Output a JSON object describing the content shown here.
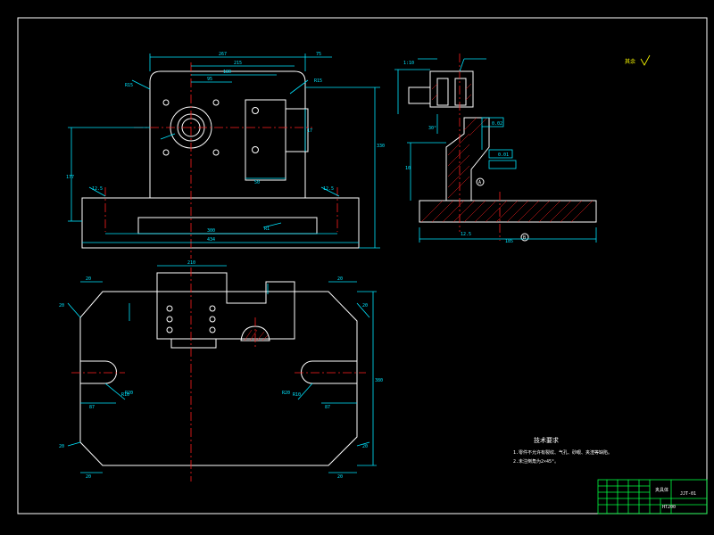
{
  "drawing": {
    "colors": {
      "background": "#000000",
      "outline": "#ffffff",
      "dimension": "#00e5ff",
      "centerline": "#ff2020",
      "title_block": "#00ff40",
      "note": "#ffff00"
    }
  },
  "front_view": {
    "dims": {
      "top_total": "267",
      "top_right": "75",
      "top_mid": "215",
      "top_inner": "180",
      "top_small": "95",
      "height_right": "330",
      "height_left": "177",
      "r_corner": "R15",
      "r_right": "R15",
      "left_bot": "12.5",
      "right_bot": "12.5",
      "bottom_a": "300",
      "bottom_b": "434",
      "slot": "R1",
      "right_inner": "50",
      "right_step": "17"
    }
  },
  "side_view": {
    "labels": {
      "scale": "1:10",
      "tol1": "0.02",
      "tol2": "0.01",
      "ang": "30°",
      "dim_a": "10",
      "dim_b": "12.5",
      "dim_c": "185",
      "ref_a": "A",
      "ref_b": "B"
    }
  },
  "top_view": {
    "dims": {
      "top": "210",
      "tl1": "20",
      "tl2": "20",
      "tr1": "20",
      "tr2": "20",
      "bl1": "20",
      "bl2": "20",
      "br1": "20",
      "br2": "20",
      "r_left": "R10",
      "r_right": "R10",
      "height": "380",
      "mid_left": "87",
      "mid_right": "87",
      "mid_r1": "R20",
      "mid_r2": "R20"
    }
  },
  "notes": {
    "title": "技术要求",
    "lines": [
      "1.零件不允许有裂纹、气孔、砂眼、夹渣等缺陷。",
      "2.未注倒角为2×45°。"
    ]
  },
  "roughness": {
    "text": "其余"
  },
  "title_block": {
    "part_name": "夹具体",
    "drawing_no": "JJT-01",
    "material": "HT200"
  }
}
